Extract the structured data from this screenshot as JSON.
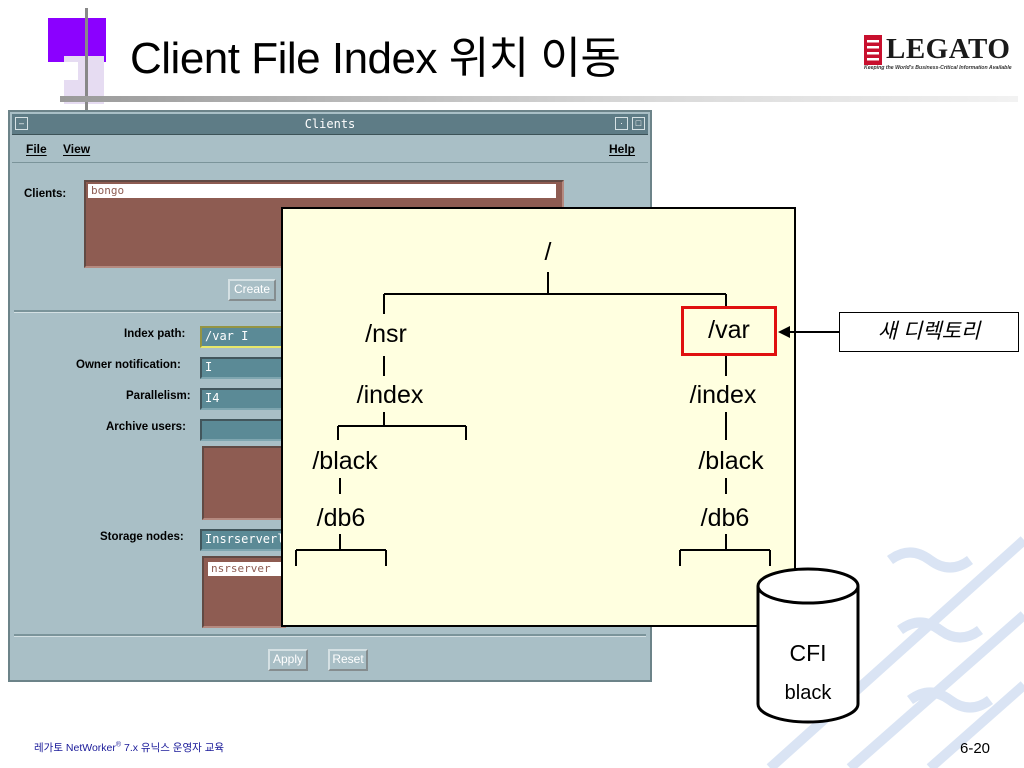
{
  "slide": {
    "title": "Client File Index 위치 이동",
    "page_number": "6-20",
    "footer_prefix": "레가토 NetWorker",
    "footer_reg": "®",
    "footer_suffix": " 7.x 유닉스 운영자 교육"
  },
  "logo": {
    "wordmark": "LEGATO",
    "tagline": "Keeping the World's Business-Critical Information Available",
    "color": "#c8102e"
  },
  "window": {
    "title": "Clients",
    "menus": {
      "file": "File",
      "view": "View",
      "help": "Help"
    },
    "clients_label": "Clients:",
    "clients_selected": "bongo",
    "create_button": "Create",
    "fields": {
      "index_path_label": "Index path:",
      "index_path_value": "/var I",
      "owner_notification_label": "Owner notification:",
      "owner_notification_value": "I",
      "parallelism_label": "Parallelism:",
      "parallelism_value": "I4",
      "archive_users_label": "Archive users:",
      "storage_nodes_label": "Storage nodes:",
      "storage_nodes_value": "Insrserverl",
      "storage_nodes_list_item": "nsrserver"
    },
    "apply_button": "Apply",
    "reset_button": "Reset",
    "colors": {
      "frame": "#a9bfc6",
      "title_bar": "#5e7c86",
      "field": "#5b8a96",
      "list": "#8e5c52"
    }
  },
  "tree": {
    "root": "/",
    "left": {
      "dir": "/nsr",
      "index": "/index",
      "client": "/black",
      "db": "/db6"
    },
    "right": {
      "dir": "/var",
      "index": "/index",
      "client": "/black",
      "db": "/db6"
    },
    "highlight_color": "#e01010"
  },
  "callout": {
    "text": "새 디렉토리"
  },
  "database": {
    "line1": "CFI",
    "line2": "black"
  }
}
